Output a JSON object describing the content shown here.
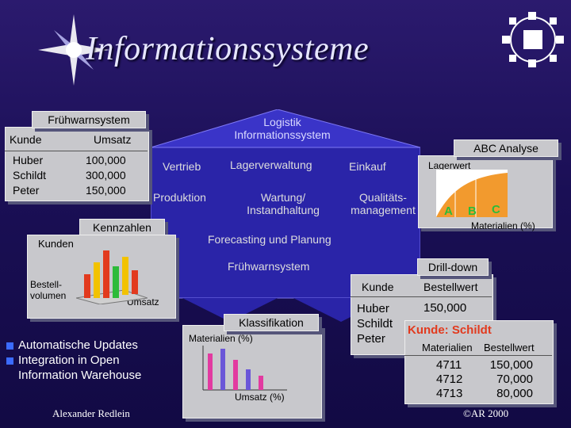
{
  "title": "Informationssysteme",
  "early_warning": {
    "tab": "Frühwarnsystem",
    "col_customer": "Kunde",
    "col_revenue": "Umsatz",
    "rows": [
      {
        "name": "Huber",
        "value": "100,000"
      },
      {
        "name": "Schildt",
        "value": "300,000"
      },
      {
        "name": "Peter",
        "value": "150,000"
      }
    ],
    "kpi_label": "Kennzahlen",
    "customers_label": "Kunden",
    "volume_label": "Bestell-\nvolumen",
    "umsatz_label": "Umsatz"
  },
  "logistics": {
    "title": "Logistik\nInformationssystem",
    "row1": [
      "Vertrieb",
      "Lagerverwaltung",
      "Einkauf"
    ],
    "row2": [
      "Produktion",
      "Wartung/\nInstandhaltung",
      "Qualitäts-\nmanagement"
    ],
    "forecast": "Forecasting und Planung",
    "early_warning": "Frühwarnsystem"
  },
  "abc": {
    "title": "ABC Analyse",
    "ylabel": "Lagerwert",
    "a": "A",
    "b": "B",
    "c": "C",
    "xlabel": "Materialien (%)"
  },
  "classification": {
    "title": "Klassifikation",
    "ylabel": "Materialien (%)",
    "xlabel": "Umsatz (%)"
  },
  "drilldown": {
    "title": "Drill-down",
    "col_customer": "Kunde",
    "col_value": "Bestellwert",
    "customers": [
      "Huber",
      "Schildt",
      "Peter"
    ],
    "first_value": "150,000",
    "sub_title": "Kunde: Schildt",
    "sub_col_material": "Materialien",
    "sub_col_value": "Bestellwert",
    "sub_rows": [
      {
        "mat": "4711",
        "val": "150,000"
      },
      {
        "mat": "4712",
        "val": "70,000"
      },
      {
        "mat": "4713",
        "val": "80,000"
      }
    ]
  },
  "bullets": [
    "Automatische Updates",
    "Integration in Open",
    "Information Warehouse"
  ],
  "author": "Alexander Redlein",
  "copyright": "©AR 2000",
  "colors": {
    "background": "#1a0f55",
    "panel": "#c8c8cc",
    "band": "#2a24a8",
    "accent_red": "#e23a1e",
    "accent_yellow": "#f2c200",
    "abc_fill": "#f29a2e"
  }
}
